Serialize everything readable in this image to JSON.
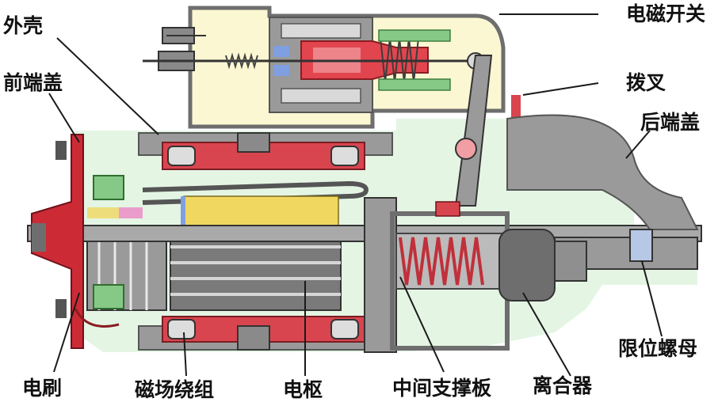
{
  "labels": {
    "shell": "外壳",
    "front_cover": "前端盖",
    "brush": "电刷",
    "field_winding": "磁场绕组",
    "armature": "电枢",
    "middle_support": "中间支撑板",
    "clutch": "离合器",
    "stop_nut": "限位螺母",
    "rear_cover": "后端盖",
    "fork": "拨叉",
    "solenoid_switch": "电磁开关"
  },
  "colors": {
    "housing": "#9a9a9a",
    "housing_dark": "#6e6e6e",
    "background_fill": "#e4f5e4",
    "switch_fill": "#fbf7d2",
    "field_red": "#d8454f",
    "plunger_red": "#e2454e",
    "armature_core": "#7a7a7a",
    "commutator_yellow": "#f0d760",
    "cover_red": "#cc2b36",
    "pinion_gray": "#8f8f8f",
    "leader": "#1a1a1a"
  }
}
